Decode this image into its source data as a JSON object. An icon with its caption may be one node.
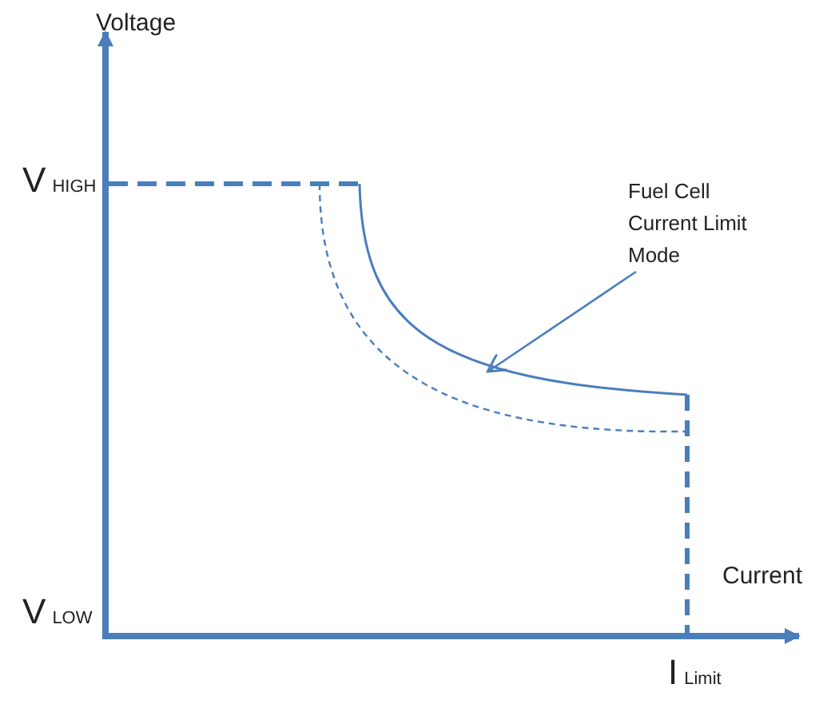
{
  "diagram": {
    "nodes": [
      {
        "text": [
          "Fuel Cell Current Limit Mode"
        ]
      },
      {
        "text": [],
        "shape": "curve"
      }
    ],
    "edges": [
      {
        "from": 0,
        "to": 1,
        "arrow": "to"
      }
    ],
    "labels": [
      "Voltage",
      "V$_{HIGH}$",
      "Current",
      "V$_{LOW}$",
      "I$_{Limit}$"
    ]
  }
}
